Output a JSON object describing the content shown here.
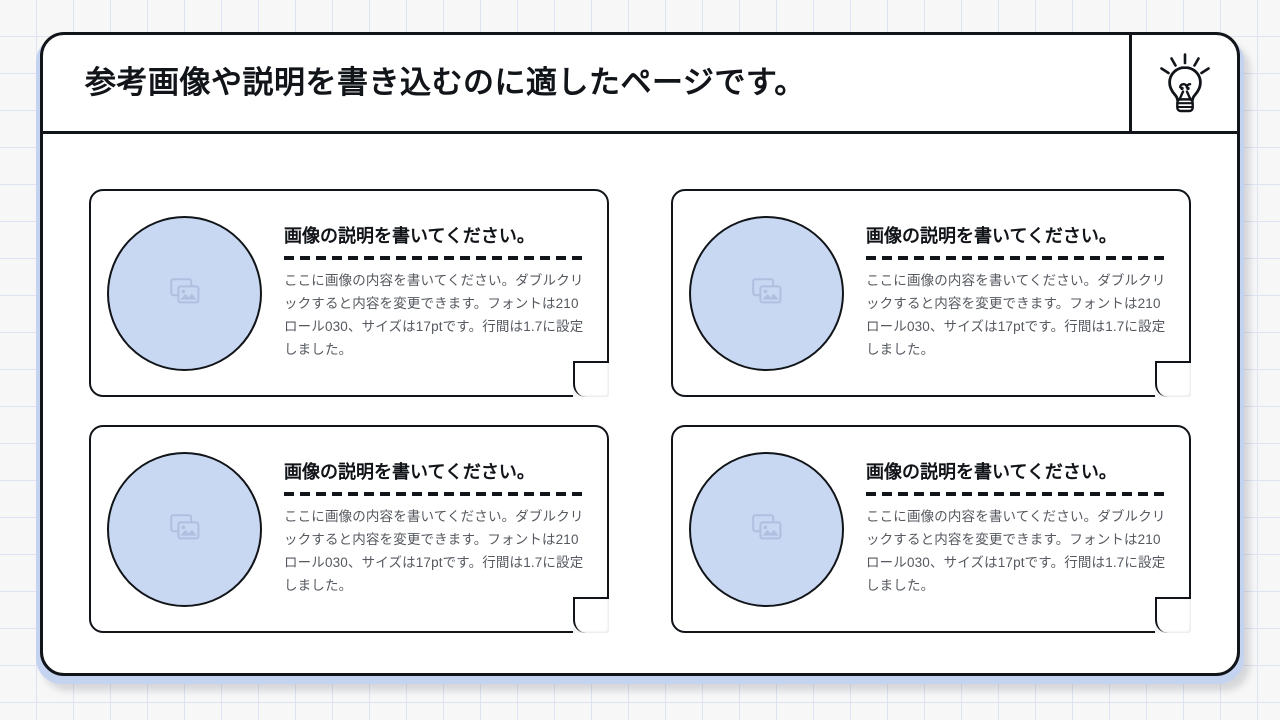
{
  "page": {
    "title": "参考画像や説明を書き込むのに適したページです。",
    "header_icon": "lightbulb-icon"
  },
  "cards": [
    {
      "thumb_icon": "image-placeholder-icon",
      "heading": "画像の説明を書いてください。",
      "body": "ここに画像の内容を書いてください。ダブルクリックすると内容を変更できます。フォントは210ロール030、サイズは17ptです。行間は1.7に設定しました。"
    },
    {
      "thumb_icon": "image-placeholder-icon",
      "heading": "画像の説明を書いてください。",
      "body": "ここに画像の内容を書いてください。ダブルクリックすると内容を変更できます。フォントは210ロール030、サイズは17ptです。行間は1.7に設定しました。"
    },
    {
      "thumb_icon": "image-placeholder-icon",
      "heading": "画像の説明を書いてください。",
      "body": "ここに画像の内容を書いてください。ダブルクリックすると内容を変更できます。フォントは210ロール030、サイズは17ptです。行間は1.7に設定しました。"
    },
    {
      "thumb_icon": "image-placeholder-icon",
      "heading": "画像の説明を書いてください。",
      "body": "ここに画像の内容を書いてください。ダブルクリックすると内容を変更できます。フォントは210ロール030、サイズは17ptです。行間は1.7に設定しました。"
    }
  ],
  "colors": {
    "ink": "#111418",
    "panel_edge_blue": "#c3d3f0",
    "thumb_blue": "#c9d8f2",
    "grid_line": "#dde3f2",
    "body_text": "#55595f",
    "background": "#f7f7f7"
  }
}
